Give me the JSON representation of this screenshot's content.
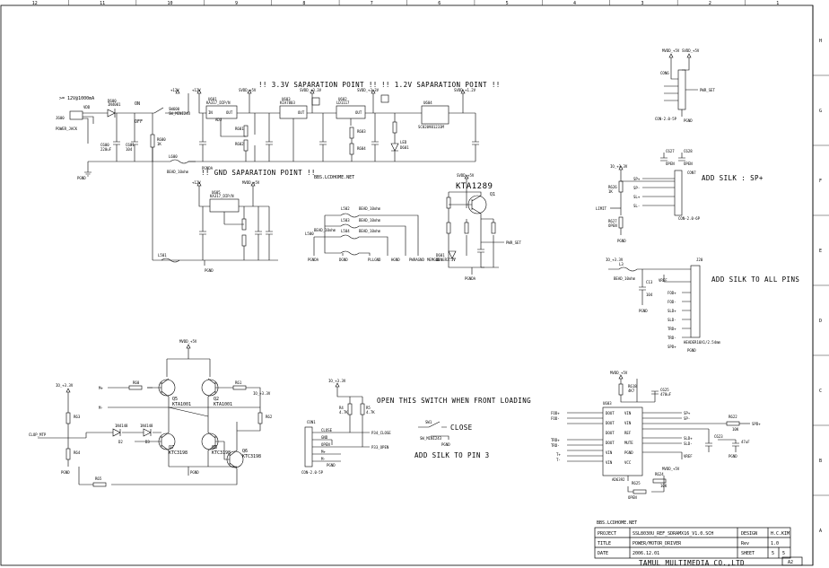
{
  "border": {
    "columns": [
      "12",
      "11",
      "10",
      "9",
      "8",
      "7",
      "6",
      "5",
      "4",
      "3",
      "2",
      "1"
    ],
    "rows": [
      "H",
      "G",
      "F",
      "E",
      "D",
      "C",
      "B",
      "A"
    ]
  },
  "notes": {
    "sep_33": "!! 3.3V SAPARATION POINT !!",
    "sep_12": "!! 1.2V SAPARATION POINT !!",
    "gnd_sep": "!! GND SAPARATION POINT !!",
    "site_mid": "BBS.LCDHOME.NET",
    "front_switch": "OPEN THIS SWITCH WHEN FRONT LOADING",
    "close": "CLOSE",
    "silk_pin3": "ADD SILK TO PIN 3",
    "silk_sp": "ADD SILK : SP+",
    "silk_all": "ADD SILK TO ALL PINS",
    "input": ">= 12V@1000mA"
  },
  "power": {
    "jack_ref": "J600",
    "jack_label": "POWER_JACK",
    "vdd": "VDD",
    "d_ref": "D600",
    "d_part": "IN4001",
    "on": "ON",
    "off": "OFF",
    "sw_ref": "SW600",
    "sw_part": "SW_MINI243",
    "c_ref": "C600",
    "c_val": "220uF",
    "c2_ref": "C601",
    "c2_val": "104",
    "r_ref": "R600",
    "r_val": "1K",
    "pgnd": "PGND",
    "bead": "BEAD_10ohm",
    "l_ref": "L600"
  },
  "regs": {
    "p12v": "+12V",
    "u1": "U601",
    "u1p": "KA317_DIP/N",
    "u2": "U603",
    "u2p": "KIA7803",
    "u3": "U602",
    "u3p": "LD1117",
    "u4": "U604",
    "u4p": "SC8209B1233M",
    "svdd5": "SVDD_+5V",
    "svdd33": "SVDD_+3.3V",
    "svdd12": "SVDD_+1.2V",
    "in": "IN",
    "out": "OUT",
    "adj": "ADJ",
    "pgnda": "PGNDA",
    "u5": "U605",
    "u5p": "KA317_DIP/N",
    "mvdd5": "MVDD_+5V",
    "r_a": "R601",
    "r_b": "R602",
    "r_c": "R603",
    "r_d": "R604",
    "led": "LED",
    "d601": "D601"
  },
  "beads": {
    "items": [
      "L500",
      "L501",
      "L502",
      "L503",
      "L504"
    ],
    "val": "BEAD_10ohm",
    "nets": [
      "PGNDA",
      "DGND",
      "PLLGND",
      "HGND",
      "PWRAGND",
      "MEMGND"
    ]
  },
  "q1": {
    "ref": "Q1",
    "part": "KTA1289",
    "supply": "SVDD_+5V",
    "net": "PWR_SET",
    "d_ref": "D601",
    "d_part": "ZENER3.3V",
    "gnd": "PGNDA"
  },
  "motor": {
    "mvdd": "MVDD_+5V",
    "io33": "IO_+3.3V",
    "q5": "Q5",
    "q5p": "KTA1001",
    "q2": "Q2",
    "q2p": "KTA1001",
    "q7": "Q7",
    "q7p": "KTC3198",
    "q3": "Q3",
    "q3p": "KTC3198",
    "q6": "Q6",
    "q6p": "KTC3198",
    "d_left": "D2",
    "d_right": "D3",
    "d_part": "1N4148",
    "m_plus": "M+",
    "m_minus": "M-",
    "ctrl": "CLOP_MTP",
    "pgnd": "PGND",
    "r_vals": [
      "R60",
      "R61",
      "R62",
      "R63",
      "R64",
      "R65"
    ]
  },
  "switch": {
    "io33": "IO_+3.3V",
    "con_ref": "CON1",
    "con_part": "CON-2.0-5P",
    "pins": [
      "CLOSE",
      "GND",
      "OPEN",
      "M+",
      "M-"
    ],
    "net_close": "P34_CLOSE",
    "net_open": "P33_OPEN",
    "sw_ref": "SW1",
    "sw_part": "SW_MINI243",
    "r1": "R4",
    "r2": "R5",
    "rval": "4.7K",
    "pgnd": "PGND"
  },
  "top_right": {
    "mvdd": "MVDD_+5V",
    "svdd": "SVDD_+5V",
    "con_ref": "CON6",
    "con_part": "CON-2.0-5P",
    "net": "PWR_SET",
    "pgnd": "PGND"
  },
  "sp": {
    "io33": "IO_+3.3V",
    "r_ref": "R626",
    "r2_ref": "R627",
    "r_val": "1K",
    "open": "OPEN",
    "c1": "C627",
    "c2": "C628",
    "con_ref": "CON7",
    "con_part": "CON-2.0-6P",
    "pins": [
      "SP+",
      "SP-",
      "SL+",
      "SL-"
    ],
    "net": "LIMIT",
    "pgnd": "PGND"
  },
  "header": {
    "io33": "IO_+3.3V",
    "l_ref": "L3",
    "l_val": "BEAD_10ohm",
    "c_ref": "C13",
    "c_val": "104",
    "vref": "VREF",
    "pgnd": "PGND",
    "ref": "J20",
    "part": "HEADER10X1/2.54mm",
    "pins": [
      "FOD+",
      "FOD-",
      "SLD+",
      "SLD-",
      "TRD+",
      "TRD-",
      "SPD+"
    ]
  },
  "driver": {
    "mvdd": "MVDD_+5V",
    "r_top": "R618",
    "r_top_val": "4K7",
    "c_top": "C625",
    "c_top_val": "470uF",
    "ref": "U603",
    "part": "AD6392",
    "left_pins": [
      "FOD+",
      "FOD-",
      "TRD+",
      "TRD-",
      "T+",
      "T-"
    ],
    "right_pins": [
      "SP+",
      "SP-",
      "SLD+",
      "SLD-",
      "VREF"
    ],
    "inner": [
      "DOUT",
      "DOUT",
      "DOUT",
      "DOUT",
      "VIN",
      "VIN",
      "VIN",
      "VIN",
      "REF",
      "MUTE",
      "PGND",
      "VCC"
    ],
    "r_spd": "R622",
    "r_spd_val": "10K",
    "spd": "SPD+",
    "c_spd": "C623",
    "c_spd_val": "47uF",
    "pgnd": "PGND",
    "open": "OPEN",
    "r_bot": "R625",
    "r_bot_val": "10K",
    "r_bot2": "R624",
    "r_bot2_val": "10K"
  },
  "title_block": {
    "site": "BBS.LCDHOME.NET",
    "project_label": "PROJECT",
    "project": "SSL8030U_REF_SDRAMX16_V1.0.SCH",
    "design_label": "DESIGN",
    "design": "H.C.KIM",
    "title_label": "TITLE",
    "title": "POWER/MOTOR_DRIVER",
    "rev_label": "Rev",
    "rev": "1.0",
    "date_label": "DATE",
    "date": "2006.12.01",
    "sheet_label": "SHEET",
    "sheet": "5",
    "sheet_of": "5",
    "company": "TAMUL MULTIMEDIA CO.,LTD",
    "size": "A2"
  }
}
